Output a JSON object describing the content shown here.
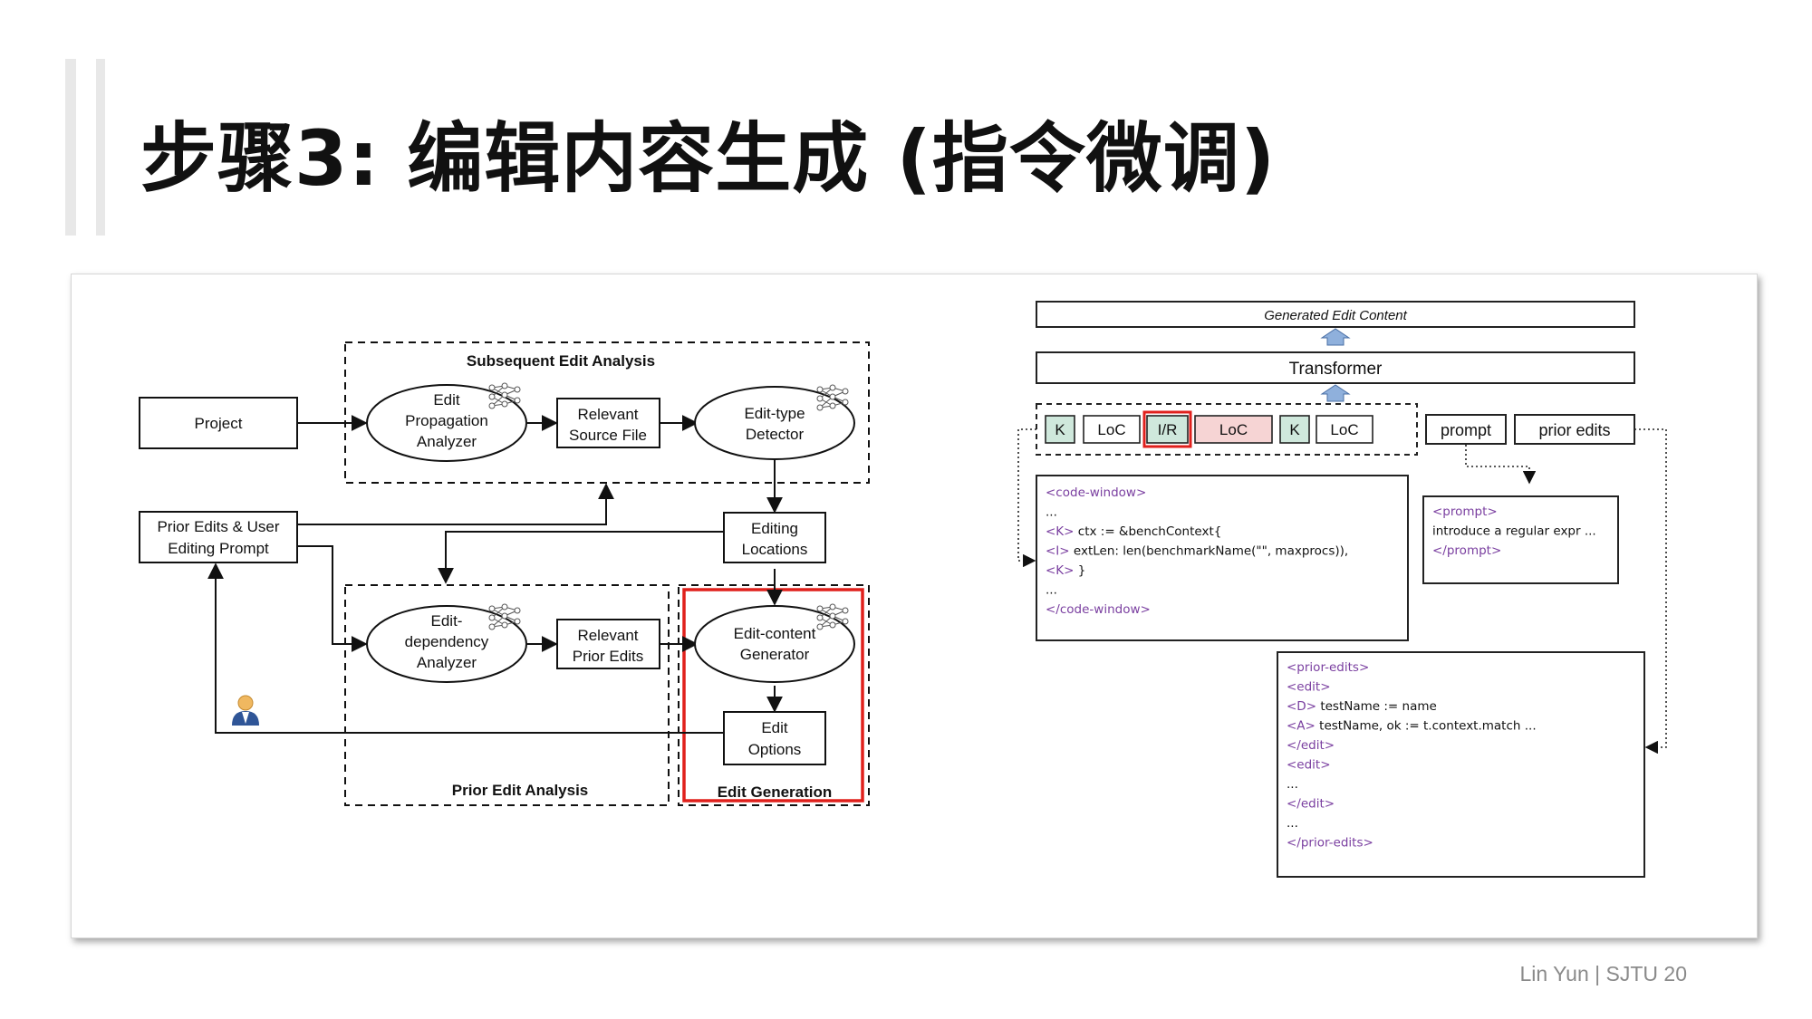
{
  "slide": {
    "title": "步骤3: 编辑内容生成 (指令微调)",
    "footer": "Lin Yun | SJTU 20"
  },
  "pipeline": {
    "groups": {
      "subsequent": "Subsequent Edit Analysis",
      "prior": "Prior Edit Analysis",
      "generation": "Edit Generation"
    },
    "nodes": {
      "project": [
        "Project"
      ],
      "prior_edits_prompt": [
        "Prior Edits & User",
        "Editing Prompt"
      ],
      "propagation_analyzer": [
        "Edit",
        "Propagation",
        "Analyzer"
      ],
      "relevant_source": [
        "Relevant",
        "Source File"
      ],
      "type_detector": [
        "Edit-type",
        "Detector"
      ],
      "editing_locations": [
        "Editing",
        "Locations"
      ],
      "dependency_analyzer": [
        "Edit-",
        "dependency",
        "Analyzer"
      ],
      "relevant_prior": [
        "Relevant",
        "Prior Edits"
      ],
      "content_generator": [
        "Edit-content",
        "Generator"
      ],
      "edit_options": [
        "Edit",
        "Options"
      ]
    }
  },
  "model": {
    "output": "Generated Edit Content",
    "transformer": "Transformer",
    "tokens": [
      {
        "label": "K",
        "color": "#cfe8dc"
      },
      {
        "label": "LoC",
        "color": "#ffffff"
      },
      {
        "label": "I/R",
        "color": "#cfe8dc"
      },
      {
        "label": "LoC",
        "color": "#f6d4d4"
      },
      {
        "label": "K",
        "color": "#cfe8dc"
      },
      {
        "label": "LoC",
        "color": "#ffffff"
      }
    ],
    "prompt_label": "prompt",
    "prior_edits_label": "prior edits",
    "code_window": [
      {
        "kind": "tag",
        "text": "<code-window>"
      },
      {
        "kind": "code",
        "text": "..."
      },
      {
        "kind": "mixed",
        "tag": "<K>",
        "text": " ctx := &benchContext{"
      },
      {
        "kind": "mixed",
        "tag": "<I>",
        "text": " extLen: len(benchmarkName(\"\", maxprocs)),"
      },
      {
        "kind": "mixed",
        "tag": "<K>",
        "text": " }"
      },
      {
        "kind": "code",
        "text": "..."
      },
      {
        "kind": "tag",
        "text": "</code-window>"
      }
    ],
    "prompt_box": [
      {
        "kind": "tag",
        "text": "<prompt>"
      },
      {
        "kind": "code",
        "text": "introduce a regular expr ..."
      },
      {
        "kind": "tag",
        "text": "</prompt>"
      }
    ],
    "prior_edits_box": [
      {
        "kind": "tag",
        "text": "<prior-edits>"
      },
      {
        "kind": "tag",
        "text": "<edit>"
      },
      {
        "kind": "mixed",
        "tag": "<D>",
        "text": " testName := name"
      },
      {
        "kind": "mixed",
        "tag": "<A>",
        "text": " testName, ok := t.context.match ..."
      },
      {
        "kind": "tag",
        "text": "</edit>"
      },
      {
        "kind": "tag",
        "text": "<edit>"
      },
      {
        "kind": "code",
        "text": "..."
      },
      {
        "kind": "tag",
        "text": "</edit>"
      },
      {
        "kind": "code",
        "text": "..."
      },
      {
        "kind": "tag",
        "text": "</prior-edits>"
      }
    ]
  },
  "colors": {
    "highlight": "#e0201c",
    "tag": "#7a3fa0",
    "arrow_fill": "#8fb0dc"
  }
}
